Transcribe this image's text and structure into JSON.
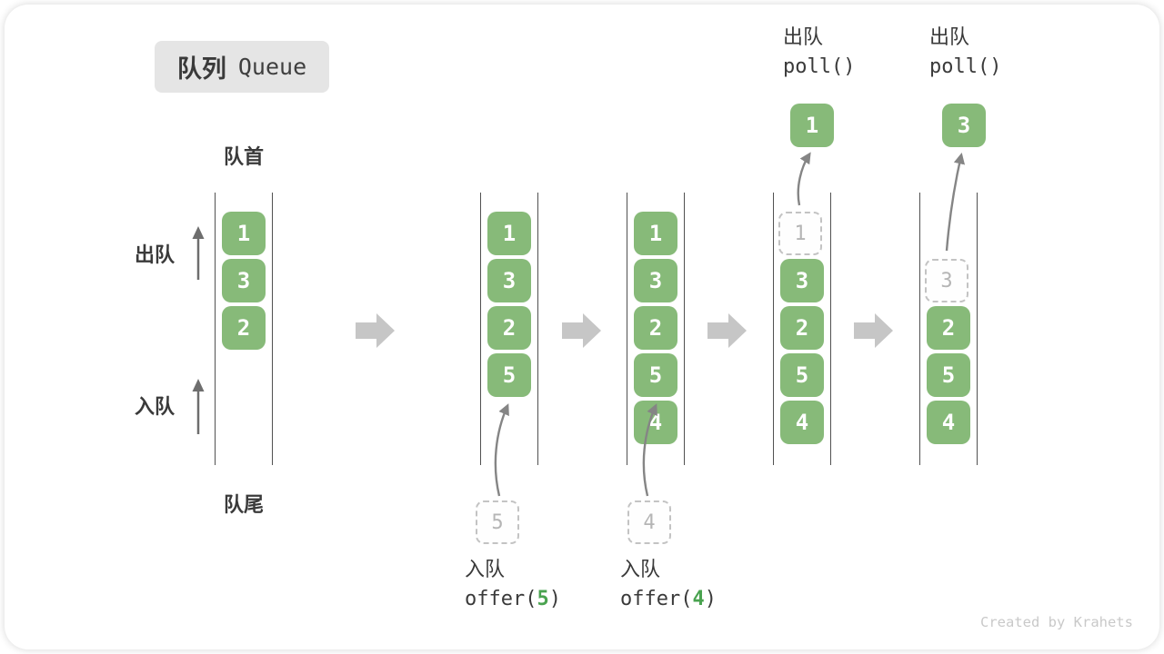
{
  "title": {
    "zh": "队列",
    "en": "Queue"
  },
  "labels": {
    "front": "队首",
    "rear": "队尾",
    "dequeue_side": "出队",
    "enqueue_side": "入队"
  },
  "operations": {
    "offer_q2": {
      "label_zh": "入队",
      "code_prefix": "offer(",
      "arg": "5",
      "code_suffix": ")"
    },
    "offer_q3": {
      "label_zh": "入队",
      "code_prefix": "offer(",
      "arg": "4",
      "code_suffix": ")"
    },
    "poll_q4": {
      "label_zh": "出队",
      "code": "poll()"
    },
    "poll_q5": {
      "label_zh": "出队",
      "code": "poll()"
    }
  },
  "queues": {
    "q1": {
      "cells": [
        "1",
        "3",
        "2"
      ]
    },
    "q2": {
      "cells": [
        "1",
        "3",
        "2",
        "5"
      ],
      "incoming": "5"
    },
    "q3": {
      "cells": [
        "1",
        "3",
        "2",
        "5",
        "4"
      ],
      "incoming": "4"
    },
    "q4": {
      "removed": "1",
      "cells": [
        "3",
        "2",
        "5",
        "4"
      ],
      "polled": "1"
    },
    "q5": {
      "removed": "3",
      "cells": [
        "2",
        "5",
        "4"
      ],
      "polled": "3"
    }
  },
  "credit": "Created by Krahets",
  "colors": {
    "box_green": "#87ba79",
    "code_arg_green": "#4aa350",
    "ghost_gray": "#c3c3c3",
    "line_dark": "#515151",
    "step_arrow_gray": "#c6c6c6",
    "badge_bg": "#e5e5e5",
    "credit_gray": "#c9c9c9"
  }
}
